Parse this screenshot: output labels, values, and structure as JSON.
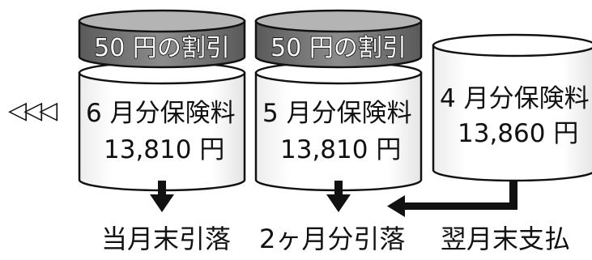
{
  "discount_caps": [
    {
      "label": "50 円の割引"
    },
    {
      "label": "50 円の割引"
    }
  ],
  "cylinders": [
    {
      "period": "6 月分保険料",
      "amount": "13,810 円"
    },
    {
      "period": "5 月分保険料",
      "amount": "13,810 円"
    },
    {
      "period": "4 月分保険料",
      "amount": "13,860 円"
    }
  ],
  "more_indicator": "◁◁◁",
  "payment_labels": [
    {
      "text": "当月末引落"
    },
    {
      "text": "2ヶ月分引落"
    },
    {
      "text": "翌月末支払"
    }
  ],
  "colors": {
    "cap_fill": "#7a7a7a",
    "cap_top": "#b0b0b0",
    "cylinder_fill": "#ffffff",
    "stroke": "#111111"
  }
}
